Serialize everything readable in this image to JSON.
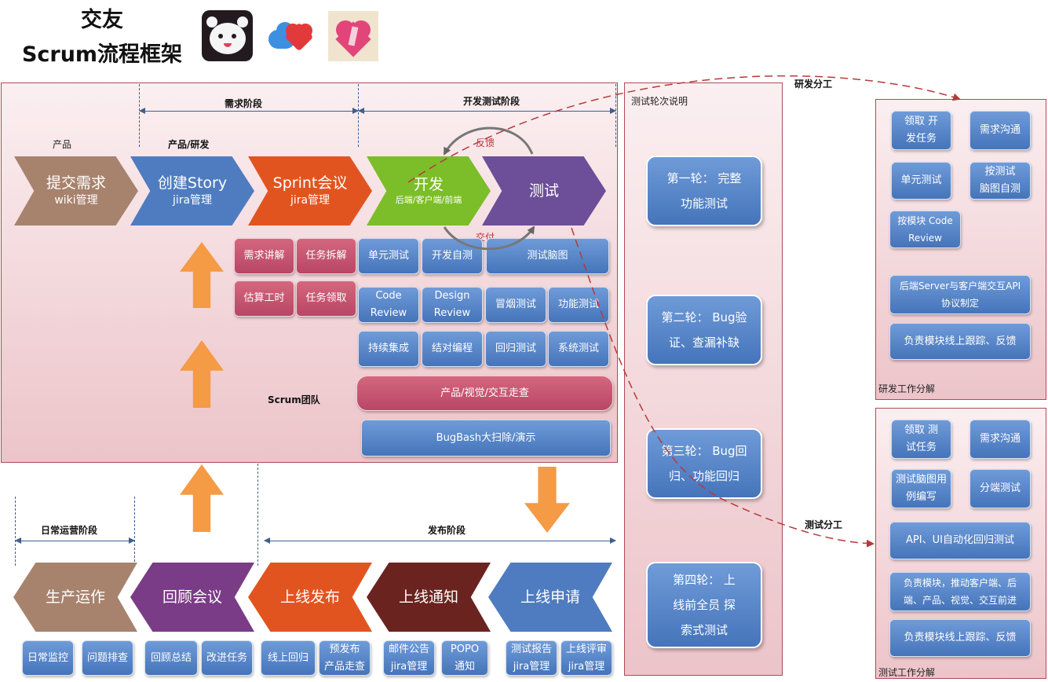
{
  "title": {
    "line1": "交友",
    "line2": "Scrum流程框架"
  },
  "logos": {
    "cartoon": "panda-mascot-icon",
    "clouds": "cloud-heart-icon",
    "heart": "polka-heart-icon"
  },
  "phases": {
    "requirement": "需求阶段",
    "devtest": "开发测试阶段",
    "daily_ops": "日常运营阶段",
    "release": "发布阶段"
  },
  "roles": {
    "product": "产品",
    "product_dev": "产品/研发",
    "team": "Scrum团队"
  },
  "top_chevrons": [
    {
      "main": "提交需求",
      "sub": "wiki管理",
      "color": "#a7836e"
    },
    {
      "main": "创建Story",
      "sub": "jira管理",
      "color": "#4f7cc0"
    },
    {
      "main": "Sprint会议",
      "sub": "jira管理",
      "color": "#e2541f"
    },
    {
      "main": "开发",
      "sub": "后端/客户端/前端",
      "color": "#7cbd2a"
    },
    {
      "main": "测试",
      "sub": "",
      "color": "#6c4f98"
    }
  ],
  "loop": {
    "feedback": "反馈",
    "deliver": "交付"
  },
  "sprint_tasks": [
    "需求讲解",
    "任务拆解",
    "估算工时",
    "任务领取"
  ],
  "dev_tasks": {
    "unit_test": "单元测试",
    "self_test": "开发自测",
    "test_mindmap": "测试脑图",
    "code_review": "Code Review",
    "design_review": "Design Review",
    "smoke_test": "冒烟测试",
    "func_test": "功能测试",
    "ci": "持续集成",
    "pair": "结对编程",
    "regression": "回归测试",
    "system_test": "系统测试"
  },
  "walkthrough": "产品/视觉/交互走查",
  "bugbash": "BugBash大扫除/演示",
  "bottom_chevrons": [
    {
      "main": "生产运作",
      "color": "#a7836e"
    },
    {
      "main": "回顾会议",
      "color": "#7a3c86"
    },
    {
      "main": "上线发布",
      "color": "#e2541f"
    },
    {
      "main": "上线通知",
      "color": "#6b2320"
    },
    {
      "main": "上线申请",
      "color": "#4f7cc0"
    }
  ],
  "bottom_tasks": [
    "日常监控",
    "问题排查",
    "回顾总结",
    "改进任务",
    "线上回归",
    "预发布 产品走查",
    "邮件公告 jira管理",
    "POPO 通知",
    "测试报告 jira管理",
    "上线评审 jira管理"
  ],
  "test_rounds": {
    "label": "测试轮次说明",
    "rounds": [
      "第一轮： 完整功能测试",
      "第二轮： Bug验证、查漏补缺",
      "第三轮： Bug回归、功能回归",
      "第四轮： 上线前全员 探索式测试"
    ]
  },
  "dev_division": {
    "arrow_label": "研发分工",
    "panel_label": "研发工作分解",
    "items": [
      "领取 开发任务",
      "需求沟通",
      "单元测试",
      "按测试 脑图自测",
      "按模块 Code Review",
      "后端Server与客户端交互API 协议制定",
      "负责模块线上跟踪、反馈"
    ]
  },
  "test_division": {
    "arrow_label": "测试分工",
    "panel_label": "测试工作分解",
    "items": [
      "领取 测试任务",
      "需求沟通",
      "测试脑图用 例编写",
      "分端测试",
      "API、UI自动化回归测试",
      "负责模块，推动客户端、后 端、产品、视觉、交互前进",
      "负责模块线上跟踪、反馈"
    ]
  }
}
